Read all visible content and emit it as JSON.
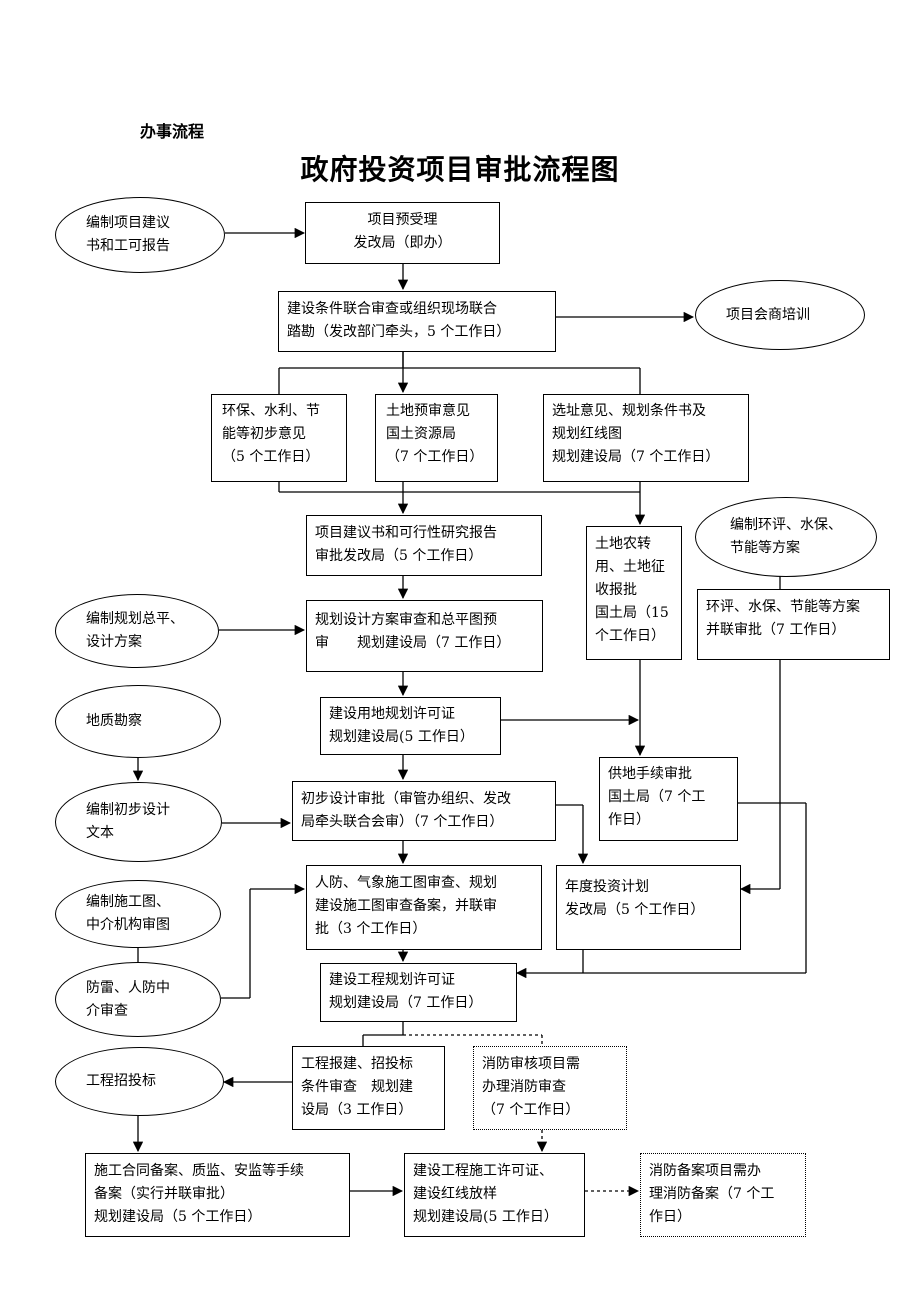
{
  "heading": "办事流程",
  "title": "政府投资项目审批流程图",
  "ovals": {
    "prepare_proposal": "编制项目建议\n书和工可报告",
    "consult_training": "项目会商培训",
    "env_plan": "编制环评、水保、\n节能等方案",
    "plan_design": "编制规划总平、\n设计方案",
    "geo_survey": "地质勘察",
    "prelim_design": "编制初步设计\n文本",
    "construction_drawing": "编制施工图、\n中介机构审图",
    "lightning_civil": "防雷、人防中\n介审查",
    "bidding": "工程招投标"
  },
  "boxes": {
    "pre_acceptance": "项目预受理\n发改局（即办）",
    "joint_review": "建设条件联合审查或组织现场联合\n踏勘（发改部门牵头，5 个工作日）",
    "env_water": "环保、水利、节\n能等初步意见\n（5 个工作日）",
    "land_pre": "土地预审意见\n国土资源局\n（7 个工作日）",
    "site_selection": "选址意见、规划条件书及\n规划红线图\n规划建设局（7 个工作日）",
    "proposal_approval": "项目建议书和可行性研究报告\n审批发改局（5 个工作日）",
    "land_conversion": "土地农转\n用、土地征\n收报批\n国土局（15\n个工作日）",
    "env_parallel": "环评、水保、节能等方案\n并联审批（7 工作日）",
    "plan_review": "规划设计方案审查和总平图预\n审　　规划建设局（7 工作日）",
    "land_permit": "建设用地规划许可证\n规划建设局(5 工作日）",
    "land_supply": "供地手续审批\n国土局（7 个工\n作日）",
    "prelim_approval": "初步设计审批（审管办组织、发改\n局牵头联合会审）（7 个工作日）",
    "annual_plan": "年度投资计划\n发改局（5 个工作日）",
    "drawing_review": "人防、气象施工图审查、规划\n建设施工图审查备案，并联审\n批（3 个工作日）",
    "project_permit": "建设工程规划许可证\n规划建设局（7 工作日）",
    "project_report": "工程报建、招投标\n条件审查　规划建\n设局（3 工作日）",
    "fire_review": "消防审核项目需\n办理消防审查\n（7 个工作日）",
    "contract_filing": "施工合同备案、质监、安监等手续\n备案（实行并联审批）\n规划建设局（5 个工作日）",
    "construction_permit": "建设工程施工许可证、\n建设红线放样\n规划建设局(5 工作日）",
    "fire_filing": "消防备案项目需办\n理消防备案（7 个工\n作日）"
  }
}
